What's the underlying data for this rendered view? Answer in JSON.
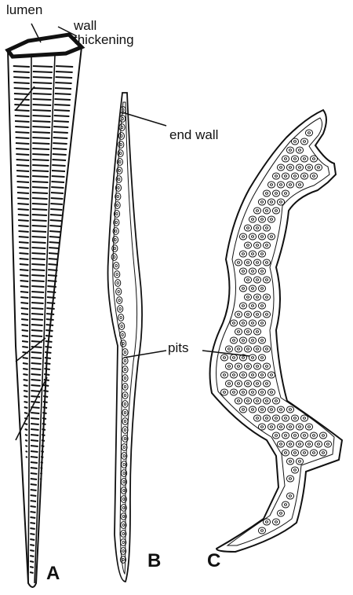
{
  "labels": {
    "lumen": "lumen",
    "wall_line1": "wall",
    "wall_line2": "thickening",
    "end_wall": "end wall",
    "pits": "pits"
  },
  "panels": {
    "a": "A",
    "b": "B",
    "c": "C"
  },
  "colors": {
    "ink": "#111111",
    "paper": "#ffffff"
  }
}
